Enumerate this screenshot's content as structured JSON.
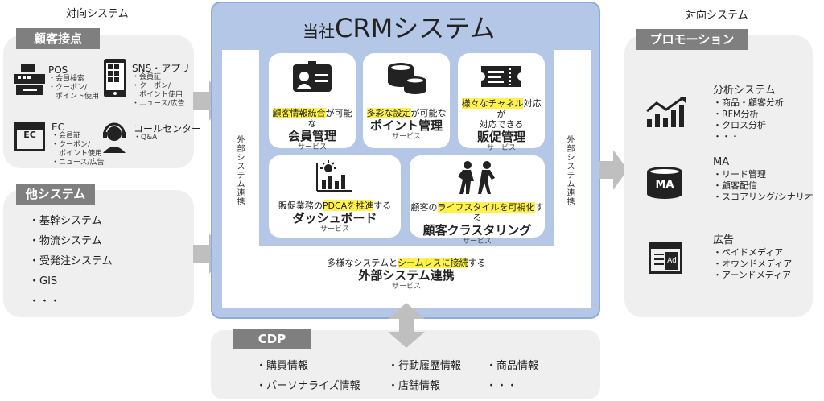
{
  "left": {
    "heading": "対向システム",
    "touchpoints": {
      "tag": "顧客接点",
      "pos": {
        "title": "POS",
        "lines": [
          "・会員検索",
          "・クーポン/",
          "　ポイント使用"
        ]
      },
      "sns": {
        "title": "SNS・アプリ",
        "lines": [
          "・会員証",
          "・クーポン/",
          "　ポイント使用",
          "・ニュース/広告"
        ]
      },
      "ec": {
        "title": "EC",
        "icon_text": "EC",
        "lines": [
          "・会員証",
          "・クーポン/",
          "　ポイント使用",
          "・ニュース/広告"
        ]
      },
      "call": {
        "title": "コールセンター",
        "lines": [
          "・Q&A"
        ]
      }
    },
    "other": {
      "tag": "他システム",
      "items": [
        "・基幹システム",
        "・物流システム",
        "・受発注システム",
        "・GIS",
        "・・・"
      ]
    }
  },
  "center": {
    "title_prefix": "当社",
    "title_main": "CRMシステム",
    "side_label": "外部システム連携",
    "cards": {
      "member": {
        "desc_hl": "顧客情報統合",
        "desc_rest": "が可能な",
        "name": "会員管理",
        "sub": "サービス"
      },
      "point": {
        "desc_hl": "多彩な設定",
        "desc_rest": "が可能な",
        "name": "ポイント管理",
        "sub": "サービス"
      },
      "promo": {
        "desc_hl": "様々なチャネル",
        "desc_rest": "対応が",
        "desc2": "対応できる",
        "name": "販促管理",
        "sub": "サービス"
      },
      "dashboard": {
        "desc_pre": "販促業務の",
        "desc_hl": "PDCAを推進",
        "desc_rest": "する",
        "name": "ダッシュボード",
        "sub": "サービス"
      },
      "cluster": {
        "desc_pre": "顧客の",
        "desc_hl": "ライフスタイルを可視化",
        "desc_rest": "する",
        "name": "顧客クラスタリング",
        "sub": "サービス"
      }
    },
    "external": {
      "desc_pre": "多様なシステムと",
      "desc_hl": "シームレスに接続",
      "desc_rest": "する",
      "name": "外部システム連携",
      "sub": "サービス"
    }
  },
  "right": {
    "heading": "対向システム",
    "tag": "プロモーション",
    "analysis": {
      "title": "分析システム",
      "lines": [
        "・商品・顧客分析",
        "・RFM分析",
        "・クロス分析",
        "・・・"
      ]
    },
    "ma": {
      "title": "MA",
      "icon_text": "MA",
      "lines": [
        "・リード管理",
        "・顧客配信",
        "・スコアリング/シナリオ"
      ]
    },
    "ad": {
      "title": "広告",
      "icon_text": "Ad",
      "lines": [
        "・ペイドメディア",
        "・オウンドメディア",
        "・アーンドメディア"
      ]
    }
  },
  "cdp": {
    "tag": "CDP",
    "col1": [
      "・購買情報",
      "・パーソナライズ情報"
    ],
    "col2": [
      "・行動履歴情報",
      "・店舗情報"
    ],
    "col3": [
      "・商品情報",
      "・・・"
    ]
  },
  "colors": {
    "crm_blue": "#b4c7e7",
    "crm_border": "#8faadc",
    "panel_gray": "#efefef",
    "tag_gray": "#7f7f7f",
    "highlight": "#fff34a",
    "arrow_gray": "#bfbfbf"
  }
}
